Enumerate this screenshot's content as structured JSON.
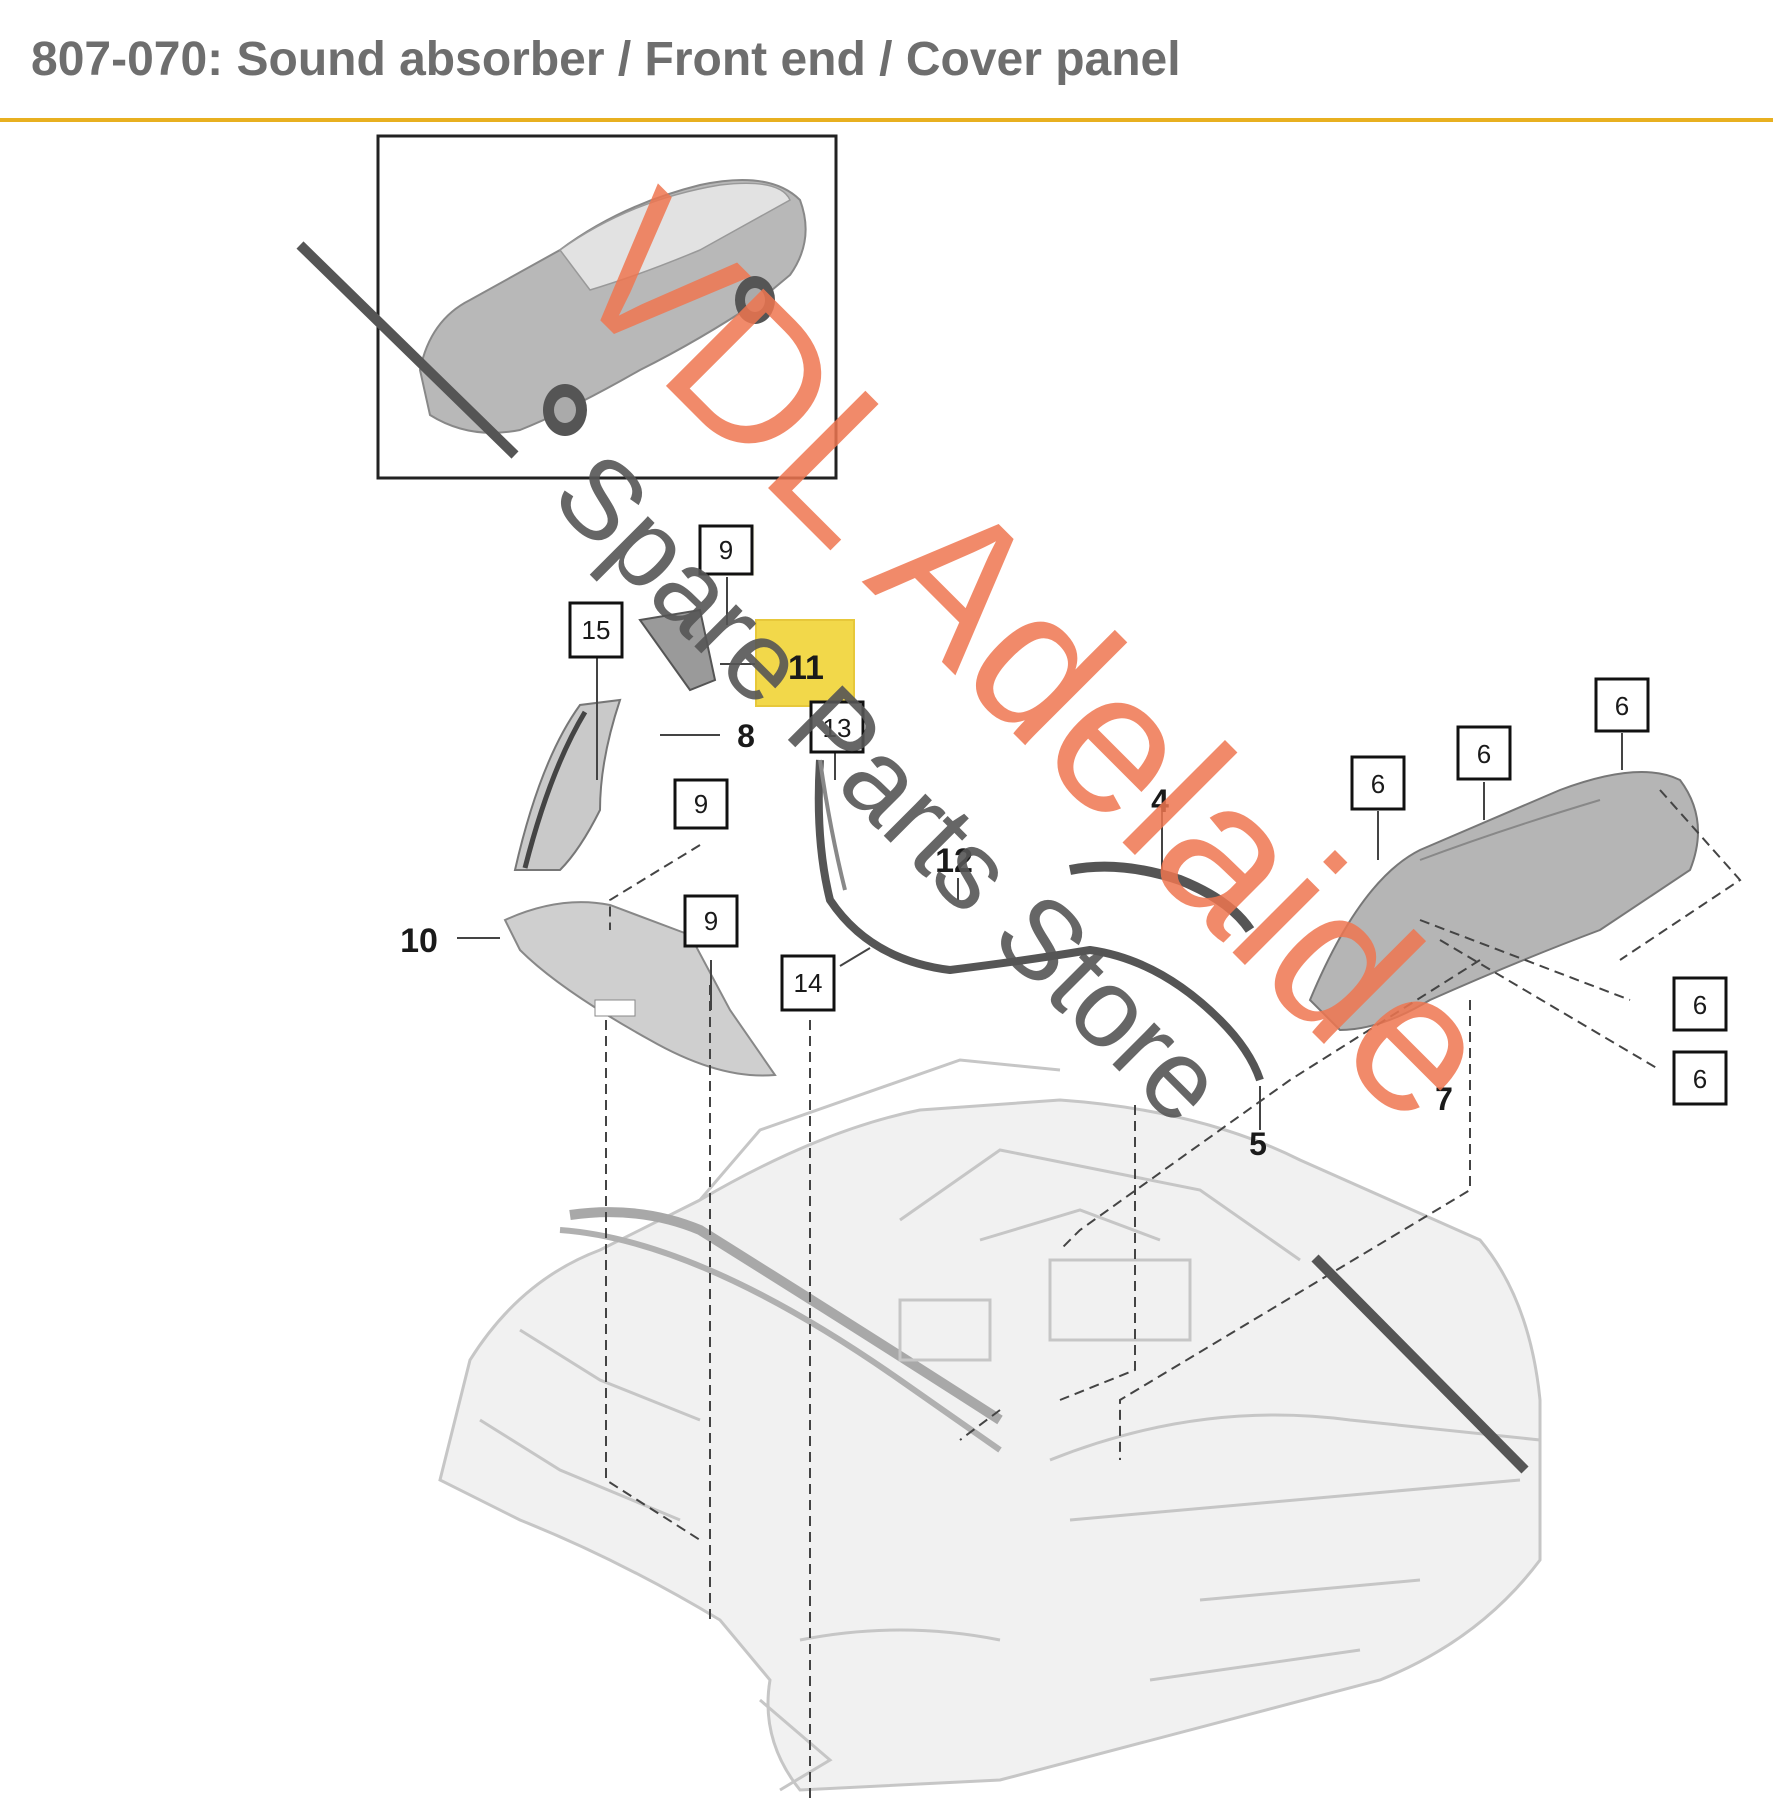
{
  "header": {
    "title": "807-070: Sound absorber / Front end / Cover panel"
  },
  "colors": {
    "accent_rule": "#e8b020",
    "highlight": "#f2d84a",
    "watermark_primary": "#ef7650",
    "watermark_secondary": "#555555"
  },
  "diagram": {
    "highlighted_callout": "11",
    "callouts": {
      "c9a": "9",
      "c15": "15",
      "c11": "11",
      "c8": "8",
      "c13": "13",
      "c9b": "9",
      "c12": "12",
      "c4": "4",
      "c6a": "6",
      "c6b": "6",
      "c6c": "6",
      "c10": "10",
      "c9c": "9",
      "c14": "14",
      "c6d": "6",
      "c6e": "6",
      "c7": "7",
      "c5": "5"
    }
  },
  "watermark": {
    "line1": "VDL Adelaide",
    "line2": "Spare Parts Store"
  }
}
